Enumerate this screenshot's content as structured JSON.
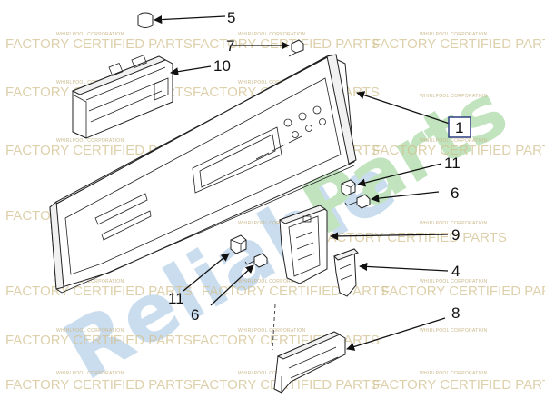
{
  "watermark": {
    "corp": "WHIRLPOOL CORPORATION",
    "parts": "FACTORY CERTIFIED PARTS",
    "color": "#d2c08f"
  },
  "brand_overlay": {
    "word1": "Reliable",
    "word2": "Parts",
    "color1": "#9fc3e3",
    "color2": "#8fcf8a"
  },
  "callouts": {
    "c1": "1",
    "c4": "4",
    "c5": "5",
    "c6a": "6",
    "c6b": "6",
    "c7": "7",
    "c8": "8",
    "c9": "9",
    "c10": "10",
    "c11a": "11",
    "c11b": "11"
  }
}
